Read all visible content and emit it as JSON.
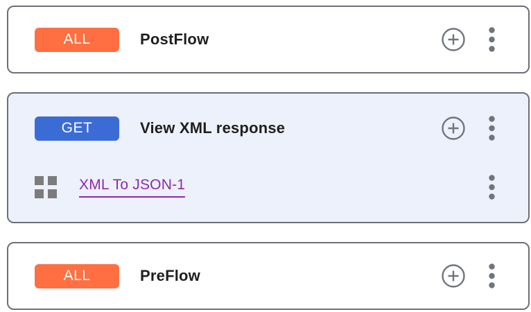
{
  "colors": {
    "badge_all_orange": "#FF6F42",
    "badge_get_blue": "#3B6CD6",
    "selected_card_bg": "#EDF1FB",
    "card_border_gray": "#6B7077",
    "icon_gray": "#6F757C",
    "drag_grid_gray": "#7C7C7C",
    "policy_link_purple": "#9027B0",
    "title_black": "#1F1F1F"
  },
  "cards": [
    {
      "badge": "ALL",
      "title": "PostFlow",
      "selected": false
    },
    {
      "badge": "GET",
      "title": "View XML response",
      "selected": true,
      "policies": [
        {
          "name": "XML To JSON-1"
        }
      ]
    },
    {
      "badge": "ALL",
      "title": "PreFlow",
      "selected": false
    }
  ]
}
